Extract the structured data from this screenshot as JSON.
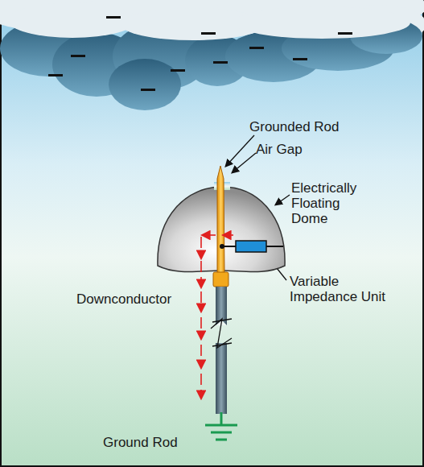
{
  "diagram": {
    "labels": [
      "Grounded Rod",
      "Air Gap",
      "Electrically Floating Dome",
      "Variable Impedance Unit",
      "Downconductor",
      "Ground Rod"
    ]
  }
}
